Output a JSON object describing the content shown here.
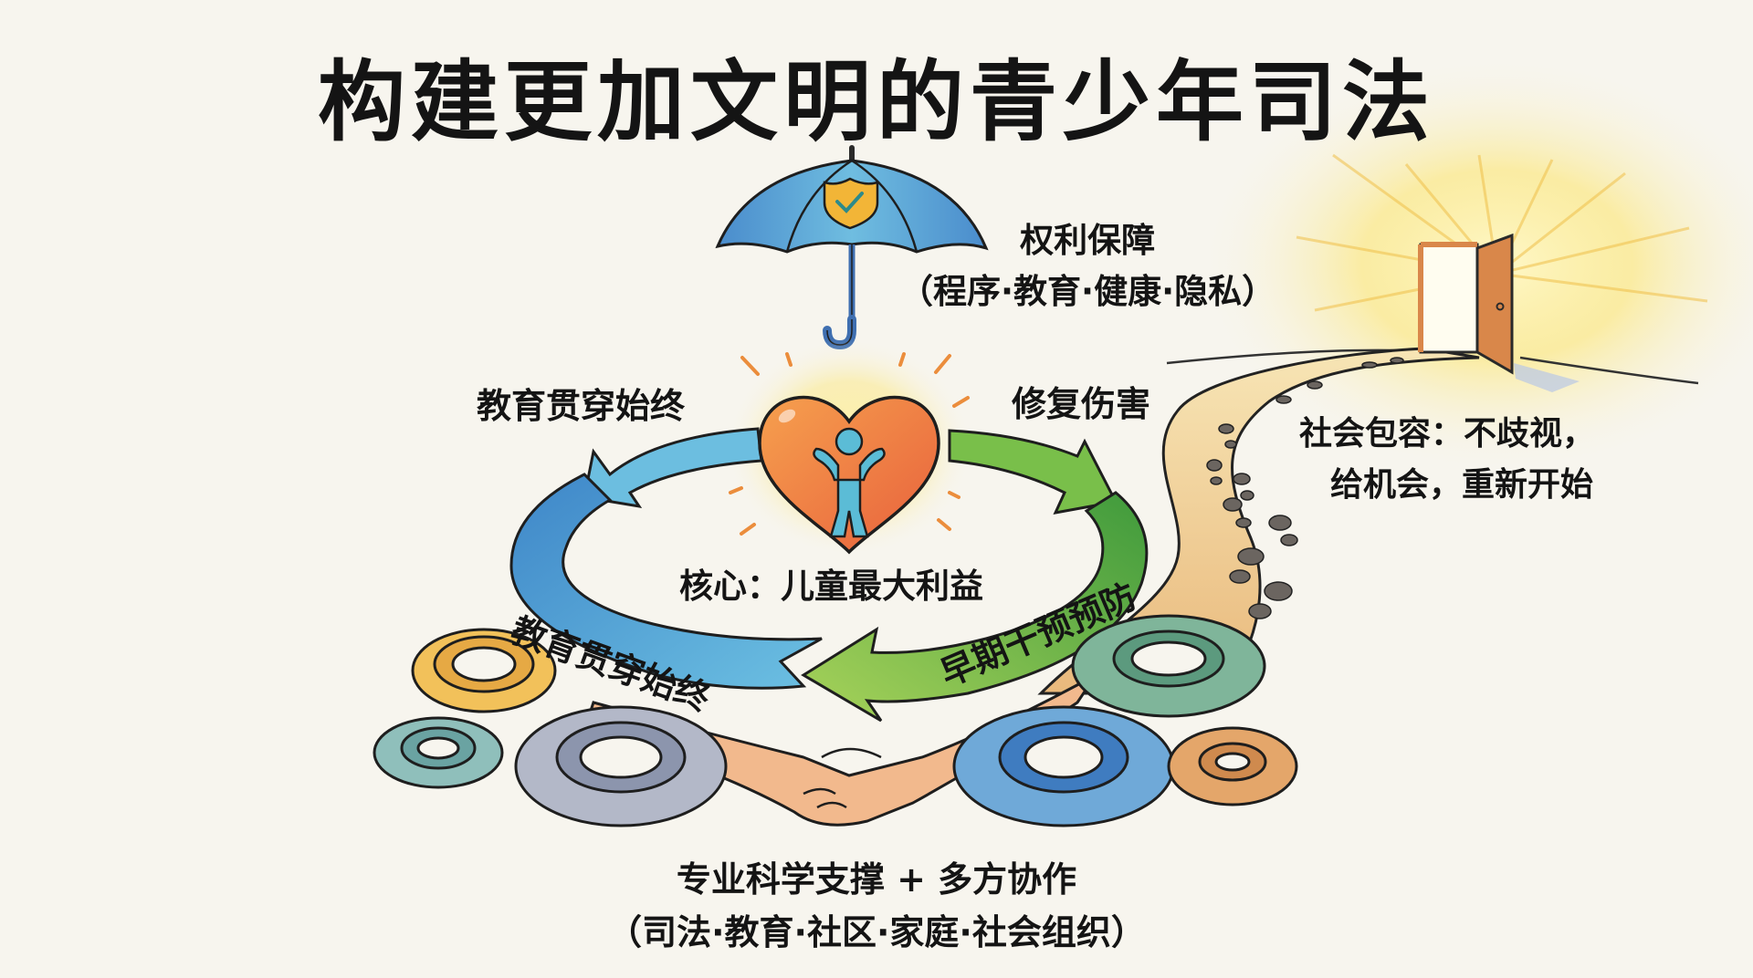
{
  "title": "构建更加文明的青少年司法",
  "rights": {
    "heading": "权利保障",
    "detail": "（程序·教育·健康·隐私）",
    "icon": "umbrella-shield-check-icon"
  },
  "cycle": {
    "label_top_left": "教育贯穿始终",
    "label_top_right": "修复伤害",
    "band_left": "教育贯穿始终",
    "band_right": "早期干预预防",
    "core": "核心：儿童最大利益",
    "center_icon": "heart-child-icon"
  },
  "inclusion": {
    "line1": "社会包容：不歧视，",
    "line2": "给机会，重新开始",
    "icon": "open-door-path-icon"
  },
  "support": {
    "line1": "专业科学支撑 + 多方协作",
    "line2": "（司法·教育·社区·家庭·社会组织）",
    "icons": [
      "gears-icon",
      "handshake-icon"
    ]
  },
  "colors": {
    "background": "#f7f5ee",
    "umbrella_blue": "#4f93cf",
    "shield_gold": "#f2b537",
    "heart_orange": "#ee7a4a",
    "child_teal": "#5bbcd6",
    "band_blue": "#4fa3d6",
    "band_green": "#7cbd4a",
    "path_sand": "#f1d59b",
    "glow_yellow": "#fbe98a",
    "door_wood": "#d9874a"
  }
}
